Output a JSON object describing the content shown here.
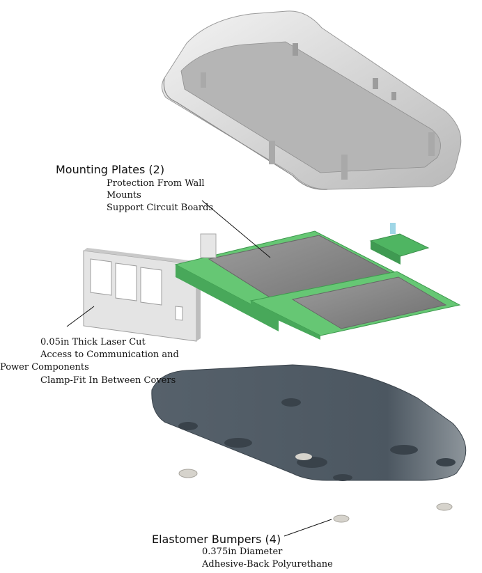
{
  "mounting": {
    "title": "Mounting Plates (2)",
    "line1": "Protection From Wall",
    "line2": "Mounts",
    "line3": "Support Circuit Boards"
  },
  "laser": {
    "line1": "0.05in Thick Laser Cut",
    "line2": "Access to Communication and",
    "line3": "Power Components",
    "line4": "Clamp-Fit In Between Covers"
  },
  "bumpers": {
    "title": "Elastomer Bumpers (4)",
    "line1": "0.375in Diameter",
    "line2": "Adhesive-Back Polyurethane"
  },
  "colors": {
    "top_cover": "#d9d9d9",
    "board_green": "#5cbf6a",
    "plate_gray": "#8e8e8e",
    "bottom_cover": "#4f5a63",
    "bumper": "#d6d3cc"
  }
}
